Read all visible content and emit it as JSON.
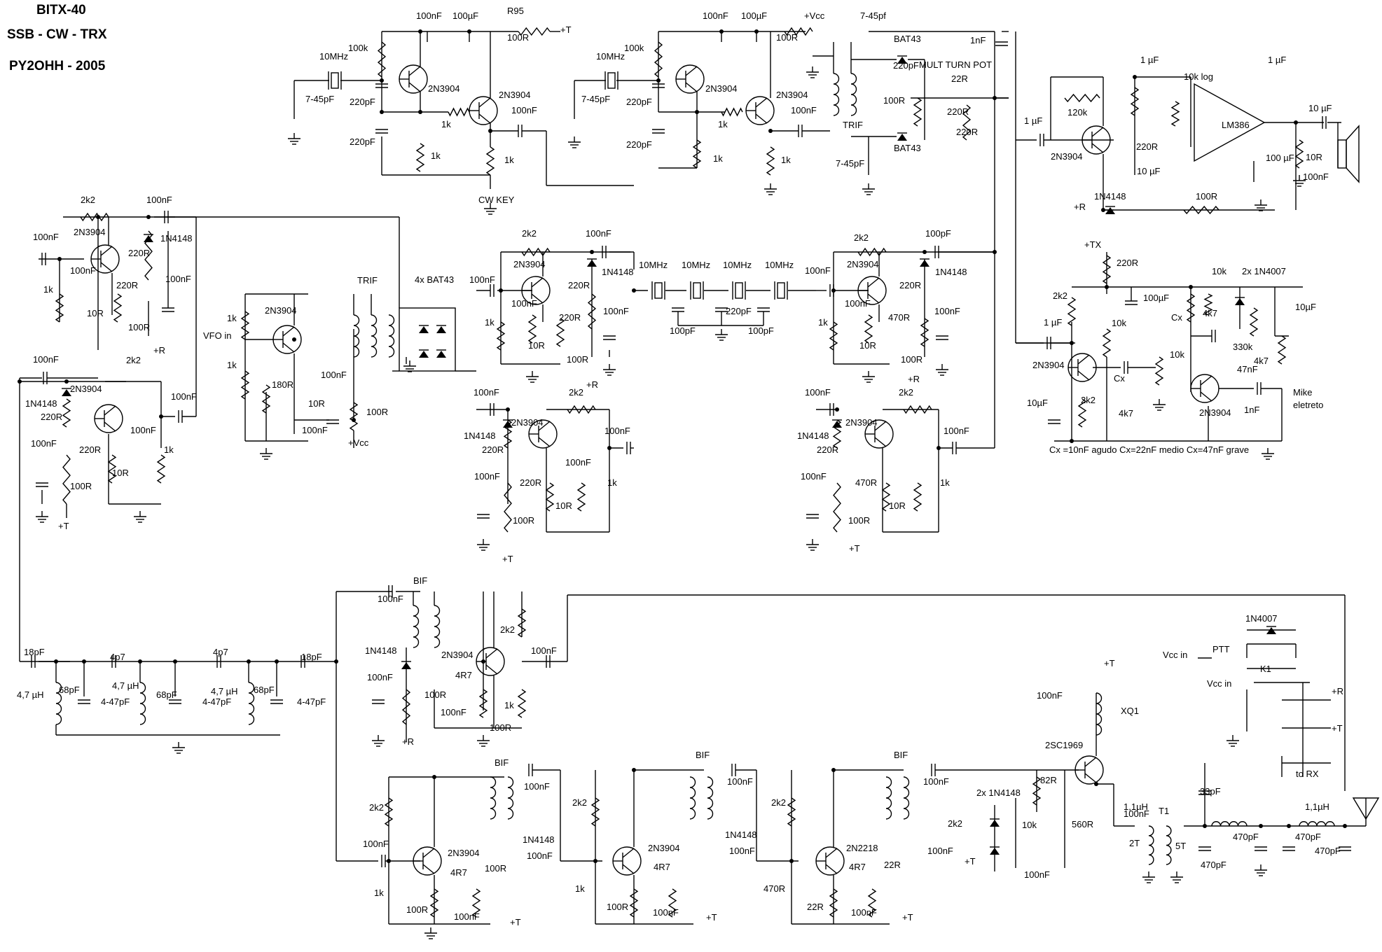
{
  "header": {
    "line1": "BITX-40",
    "line2": "SSB - CW - TRX",
    "line3": "PY2OHH - 2005"
  },
  "labels": [
    [
      "100nF",
      594,
      27
    ],
    [
      "100µF",
      646,
      27
    ],
    [
      "R95",
      724,
      20
    ],
    [
      "100R",
      724,
      58
    ],
    [
      "+T",
      800,
      47
    ],
    [
      "100k",
      497,
      73
    ],
    [
      "10MHz",
      456,
      85
    ],
    [
      "2N3904",
      611,
      131
    ],
    [
      "2N3904",
      712,
      140
    ],
    [
      "220pF",
      499,
      150
    ],
    [
      "100nF",
      730,
      162
    ],
    [
      "7-45pF",
      436,
      146
    ],
    [
      "1k",
      630,
      182
    ],
    [
      "220pF",
      499,
      207
    ],
    [
      "1k",
      615,
      227
    ],
    [
      "1k",
      720,
      233
    ],
    [
      "CW KEY",
      683,
      290
    ],
    [
      "100nF",
      1003,
      27
    ],
    [
      "100µF",
      1058,
      27
    ],
    [
      "+Vcc",
      1148,
      27
    ],
    [
      "100R",
      1108,
      58
    ],
    [
      "7-45pf",
      1228,
      27
    ],
    [
      "BAT43",
      1276,
      60
    ],
    [
      "1nF",
      1385,
      62
    ],
    [
      "100k",
      891,
      73
    ],
    [
      "10MHz",
      851,
      85
    ],
    [
      "MULT TURN POT",
      1312,
      97
    ],
    [
      "22R",
      1358,
      117
    ],
    [
      "2N3904",
      1007,
      131
    ],
    [
      "2N3904",
      1108,
      140
    ],
    [
      "100R",
      1261,
      148
    ],
    [
      "220R",
      1352,
      164
    ],
    [
      "220pF",
      894,
      150
    ],
    [
      "7-45pF",
      830,
      146
    ],
    [
      "100nF",
      1129,
      162
    ],
    [
      "1k",
      1025,
      182
    ],
    [
      "TRIF",
      1203,
      183
    ],
    [
      "220R",
      1365,
      193
    ],
    [
      "220pF",
      894,
      211
    ],
    [
      "BAT43",
      1276,
      216
    ],
    [
      "1k",
      1018,
      231
    ],
    [
      "1k",
      1115,
      233
    ],
    [
      "7-45pF",
      1193,
      238
    ],
    [
      "220pF",
      1275,
      98
    ],
    [
      "1 µF",
      1628,
      90
    ],
    [
      "1 µF",
      1810,
      90
    ],
    [
      "10k log",
      1690,
      114
    ],
    [
      "120k",
      1524,
      165
    ],
    [
      "1 µF",
      1462,
      177
    ],
    [
      "LM386",
      1744,
      183
    ],
    [
      "2N3904",
      1500,
      228
    ],
    [
      "220R",
      1622,
      214
    ],
    [
      "10 µF",
      1623,
      249
    ],
    [
      "10 µF",
      1868,
      159
    ],
    [
      "100 µF",
      1807,
      230
    ],
    [
      "10R",
      1864,
      229
    ],
    [
      "100nF",
      1860,
      257
    ],
    [
      "1N4148",
      1562,
      285
    ],
    [
      "+R",
      1533,
      300
    ],
    [
      "100R",
      1707,
      285
    ],
    [
      "2k2",
      115,
      290
    ],
    [
      "100nF",
      209,
      290
    ],
    [
      "2N3904",
      105,
      336
    ],
    [
      "1N4148",
      229,
      345
    ],
    [
      "100nF",
      47,
      343
    ],
    [
      "220R",
      183,
      366
    ],
    [
      "100nF",
      100,
      391
    ],
    [
      "220R",
      166,
      412
    ],
    [
      "100nF",
      236,
      403
    ],
    [
      "1k",
      62,
      418
    ],
    [
      "10R",
      124,
      452
    ],
    [
      "100R",
      183,
      472
    ],
    [
      "+R",
      219,
      505
    ],
    [
      "2k2",
      745,
      338
    ],
    [
      "100nF",
      836,
      338
    ],
    [
      "2N3904",
      733,
      382
    ],
    [
      "1N4148",
      859,
      393
    ],
    [
      "100nF",
      670,
      404
    ],
    [
      "220R",
      811,
      412
    ],
    [
      "100nF",
      730,
      438
    ],
    [
      "220R",
      798,
      458
    ],
    [
      "100nF",
      861,
      449
    ],
    [
      "1k",
      692,
      465
    ],
    [
      "10R",
      754,
      498
    ],
    [
      "100R",
      809,
      518
    ],
    [
      "+R",
      837,
      554
    ],
    [
      "10MHz",
      912,
      383
    ],
    [
      "10MHz",
      973,
      383
    ],
    [
      "10MHz",
      1032,
      383
    ],
    [
      "10MHz",
      1092,
      383
    ],
    [
      "100nF",
      1149,
      391
    ],
    [
      "100pF",
      1321,
      338
    ],
    [
      "2k2",
      1219,
      344
    ],
    [
      "2N3904",
      1209,
      382
    ],
    [
      "1N4148",
      1335,
      393
    ],
    [
      "220pF",
      1036,
      449
    ],
    [
      "100nF",
      1206,
      438
    ],
    [
      "220R",
      1284,
      412
    ],
    [
      "100pF",
      956,
      477
    ],
    [
      "100pF",
      1068,
      477
    ],
    [
      "470R",
      1268,
      458
    ],
    [
      "100nF",
      1334,
      449
    ],
    [
      "1k",
      1168,
      465
    ],
    [
      "10R",
      1227,
      498
    ],
    [
      "100R",
      1286,
      518
    ],
    [
      "+R",
      1296,
      546
    ],
    [
      "1k",
      324,
      459
    ],
    [
      "2N3904",
      378,
      448
    ],
    [
      "VFO in",
      290,
      484
    ],
    [
      "TRIF",
      510,
      405
    ],
    [
      "4x BAT43",
      592,
      404
    ],
    [
      "1k",
      324,
      526
    ],
    [
      "180R",
      388,
      554
    ],
    [
      "100nF",
      458,
      540
    ],
    [
      "10R",
      440,
      581
    ],
    [
      "100nF",
      431,
      619
    ],
    [
      "100R",
      523,
      593
    ],
    [
      "+Vcc",
      497,
      637
    ],
    [
      "100nF",
      47,
      518
    ],
    [
      "2k2",
      180,
      519
    ],
    [
      "2N3904",
      100,
      560
    ],
    [
      "1N4148",
      36,
      581
    ],
    [
      "220R",
      58,
      600
    ],
    [
      "100nF",
      244,
      571
    ],
    [
      "100nF",
      186,
      619
    ],
    [
      "100nF",
      44,
      638
    ],
    [
      "220R",
      113,
      647
    ],
    [
      "1k",
      234,
      647
    ],
    [
      "10R",
      160,
      680
    ],
    [
      "100R",
      100,
      699
    ],
    [
      "+T",
      83,
      756
    ],
    [
      "100nF",
      676,
      565
    ],
    [
      "2k2",
      812,
      565
    ],
    [
      "1N4148",
      662,
      627
    ],
    [
      "2N3904",
      730,
      608
    ],
    [
      "100nF",
      863,
      620
    ],
    [
      "220R",
      688,
      647
    ],
    [
      "100nF",
      807,
      665
    ],
    [
      "100nF",
      677,
      685
    ],
    [
      "220R",
      742,
      694
    ],
    [
      "1k",
      867,
      694
    ],
    [
      "10R",
      793,
      727
    ],
    [
      "100R",
      732,
      748
    ],
    [
      "+T",
      717,
      803
    ],
    [
      "100nF",
      1149,
      565
    ],
    [
      "2k2",
      1283,
      565
    ],
    [
      "1N4148",
      1138,
      627
    ],
    [
      "2N3904",
      1207,
      608
    ],
    [
      "100nF",
      1347,
      620
    ],
    [
      "220R",
      1166,
      647
    ],
    [
      "100nF",
      1143,
      685
    ],
    [
      "470R",
      1221,
      694
    ],
    [
      "1k",
      1342,
      694
    ],
    [
      "10R",
      1269,
      727
    ],
    [
      "100R",
      1211,
      748
    ],
    [
      "+T",
      1212,
      788
    ],
    [
      "+TX",
      1548,
      354
    ],
    [
      "220R",
      1594,
      380
    ],
    [
      "10k",
      1730,
      392
    ],
    [
      "2x 1N4007",
      1773,
      392
    ],
    [
      "2k2",
      1503,
      427
    ],
    [
      "100µF",
      1632,
      430
    ],
    [
      "10µF",
      1849,
      443
    ],
    [
      "1 µF",
      1490,
      465
    ],
    [
      "10k",
      1587,
      466
    ],
    [
      "Cx",
      1672,
      458
    ],
    [
      "4k7",
      1717,
      452
    ],
    [
      "10k",
      1670,
      511
    ],
    [
      "330k",
      1760,
      500
    ],
    [
      "4k7",
      1790,
      520
    ],
    [
      "2N3904",
      1474,
      526
    ],
    [
      "Cx",
      1590,
      545
    ],
    [
      "47nF",
      1766,
      532
    ],
    [
      "Mike",
      1846,
      565
    ],
    [
      "eletreto",
      1846,
      583
    ],
    [
      "10µF",
      1466,
      580
    ],
    [
      "2k2",
      1543,
      576
    ],
    [
      "1nF",
      1776,
      590
    ],
    [
      "4k7",
      1597,
      595
    ],
    [
      "2N3904",
      1712,
      594
    ],
    [
      "Cx =10nF agudo Cx=22nF medio Cx=47nF grave",
      1498,
      647
    ],
    [
      "BIF",
      590,
      834
    ],
    [
      "100nF",
      539,
      860
    ],
    [
      "2k2",
      714,
      904
    ],
    [
      "1N4148",
      521,
      934
    ],
    [
      "2N3904",
      630,
      940
    ],
    [
      "100nF",
      758,
      934
    ],
    [
      "100nF",
      524,
      972
    ],
    [
      "4R7",
      650,
      969
    ],
    [
      "100R",
      606,
      997
    ],
    [
      "100nF",
      629,
      1022
    ],
    [
      "1k",
      720,
      1012
    ],
    [
      "100R",
      699,
      1044
    ],
    [
      "+R",
      574,
      1064
    ],
    [
      "18pF",
      34,
      936
    ],
    [
      "4p7",
      157,
      943
    ],
    [
      "4p7",
      304,
      936
    ],
    [
      "18pF",
      430,
      943
    ],
    [
      "68pF",
      84,
      990
    ],
    [
      "4,7 µH",
      160,
      984
    ],
    [
      "68pF",
      223,
      997
    ],
    [
      "4,7 µH",
      301,
      992
    ],
    [
      "68pF",
      362,
      990
    ],
    [
      "4,7 µH",
      24,
      997
    ],
    [
      "4-47pF",
      144,
      1007
    ],
    [
      "4-47pF",
      289,
      1007
    ],
    [
      "4-47pF",
      424,
      1007
    ],
    [
      "1N4007",
      1778,
      888
    ],
    [
      "Vcc in",
      1660,
      940
    ],
    [
      "PTT",
      1731,
      932
    ],
    [
      "K1",
      1799,
      960
    ],
    [
      "Vcc in",
      1723,
      981
    ],
    [
      "+R",
      1901,
      992
    ],
    [
      "+T",
      1901,
      1045
    ],
    [
      "to RX",
      1850,
      1110
    ],
    [
      "+T",
      1576,
      952
    ],
    [
      "100nF",
      1480,
      998
    ],
    [
      "XQ1",
      1600,
      1020
    ],
    [
      "2SC1969",
      1492,
      1069
    ],
    [
      "BIF",
      706,
      1094
    ],
    [
      "100nF",
      748,
      1128
    ],
    [
      "BIF",
      993,
      1083
    ],
    [
      "100nF",
      1038,
      1121
    ],
    [
      "BIF",
      1276,
      1083
    ],
    [
      "100nF",
      1318,
      1121
    ],
    [
      "2k2",
      527,
      1158
    ],
    [
      "2k2",
      817,
      1151
    ],
    [
      "2k2",
      1101,
      1151
    ],
    [
      "82R",
      1485,
      1119
    ],
    [
      "2x 1N4148",
      1394,
      1137
    ],
    [
      "33pF",
      1713,
      1135
    ],
    [
      "1,1µH",
      1604,
      1157
    ],
    [
      "1,1µH",
      1863,
      1157
    ],
    [
      "T1",
      1654,
      1163
    ],
    [
      "100nF",
      1604,
      1167
    ],
    [
      "10k",
      1459,
      1183
    ],
    [
      "560R",
      1530,
      1182
    ],
    [
      "1N4148",
      746,
      1204
    ],
    [
      "1N4148",
      1035,
      1197
    ],
    [
      "2N3904",
      639,
      1223
    ],
    [
      "2N3904",
      925,
      1216
    ],
    [
      "2N2218",
      1208,
      1216
    ],
    [
      "100nF",
      518,
      1210
    ],
    [
      "100nF",
      752,
      1227
    ],
    [
      "100nF",
      1041,
      1220
    ],
    [
      "100nF",
      1324,
      1220
    ],
    [
      "2k2",
      1353,
      1181
    ],
    [
      "2T",
      1612,
      1209
    ],
    [
      "5T",
      1678,
      1213
    ],
    [
      "470pF",
      1760,
      1200
    ],
    [
      "470pF",
      1849,
      1200
    ],
    [
      "470pF",
      1877,
      1220
    ],
    [
      "+T",
      1377,
      1235
    ],
    [
      "100R",
      692,
      1245
    ],
    [
      "4R7",
      643,
      1251
    ],
    [
      "4R7",
      933,
      1243
    ],
    [
      "4R7",
      1212,
      1243
    ],
    [
      "100nF",
      1462,
      1254
    ],
    [
      "22R",
      1262,
      1240
    ],
    [
      "470pF",
      1714,
      1240
    ],
    [
      "1k",
      534,
      1280
    ],
    [
      "1k",
      821,
      1274
    ],
    [
      "470R",
      1090,
      1274
    ],
    [
      "100R",
      580,
      1304
    ],
    [
      "100R",
      866,
      1300
    ],
    [
      "22R",
      1152,
      1300
    ],
    [
      "100nF",
      648,
      1314
    ],
    [
      "100nF",
      932,
      1308
    ],
    [
      "100nF",
      1215,
      1308
    ],
    [
      "+T",
      728,
      1322
    ],
    [
      "+T",
      1008,
      1315
    ],
    [
      "+T",
      1288,
      1315
    ]
  ]
}
